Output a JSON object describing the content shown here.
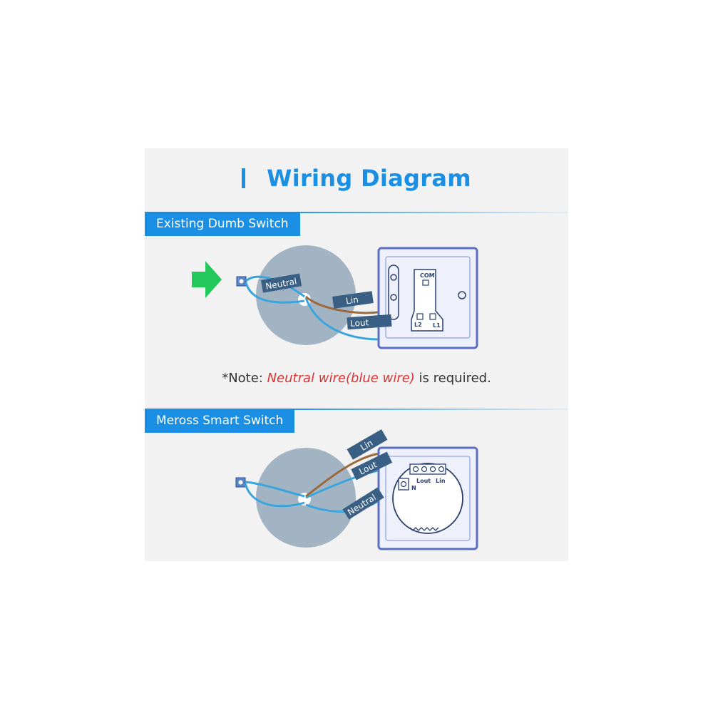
{
  "title": "Wiring Diagram",
  "sections": {
    "existing": {
      "label": "Existing Dumb Switch",
      "wires": {
        "neutral": "Neutral",
        "lin": "Lin",
        "lout": "Lout"
      },
      "terminals": {
        "com": "COM",
        "l1": "L1",
        "l2": "L2"
      }
    },
    "smart": {
      "label": "Meross Smart Switch",
      "wires": {
        "neutral": "Neutral",
        "lin": "Lin",
        "lout": "Lout"
      },
      "terminals": {
        "lout": "Lout",
        "lin": "Lin",
        "n": "N"
      }
    }
  },
  "note": {
    "prefix": "*Note: ",
    "emphasis": "Neutral wire(blue wire)",
    "suffix": " is required."
  },
  "colors": {
    "accent": "#1a8fe3",
    "arrow": "#22c85a",
    "neutral_wire": "#3aa4dc",
    "live_wire": "#9b6a3c",
    "label_tag": "#3a5f85",
    "note_emphasis": "#e03232"
  }
}
